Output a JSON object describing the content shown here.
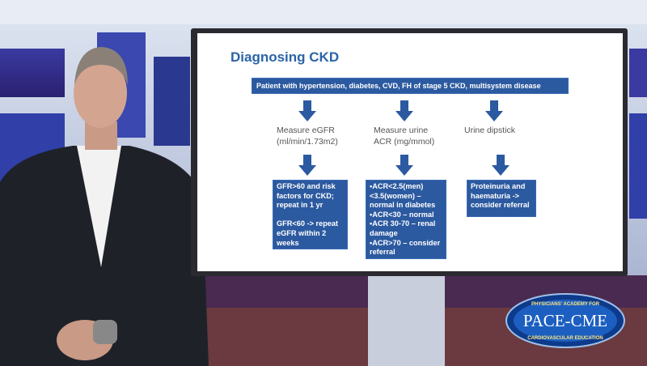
{
  "slide": {
    "title": "Diagnosing CKD",
    "top_box": "Patient with hypertension, diabetes, CVD, FH of stage 5 CKD, multisystem disease",
    "columns": [
      {
        "label_1": "Measure eGFR",
        "label_2": "(ml/min/1.73m2)",
        "lines": [
          "GFR>60 and risk",
          "factors for CKD;",
          "repeat in 1 yr",
          "",
          "GFR<60 -> repeat",
          "eGFR within 2",
          "weeks"
        ]
      },
      {
        "label_1": "Measure urine",
        "label_2": "ACR (mg/mmol)",
        "lines": [
          "•ACR<2.5(men)",
          "<3.5(women) –",
          "normal in diabetes",
          "•ACR<30 – normal",
          "•ACR 30-70 – renal",
          "damage",
          "•ACR>70 – consider",
          "referral"
        ]
      },
      {
        "label_1": "Urine dipstick",
        "label_2": "",
        "lines": [
          "Proteinuria and",
          "haematuria ->",
          "consider referral"
        ]
      }
    ]
  },
  "logo": {
    "top_text": "PHYSICIANS' ACADEMY FOR",
    "main": "PACE-CME",
    "bottom_text": "CARDIOVASCULAR EDUCATION"
  },
  "colors": {
    "accent": "#2c5aa0",
    "title": "#2a64a8",
    "studio": "#1a1f5a"
  }
}
